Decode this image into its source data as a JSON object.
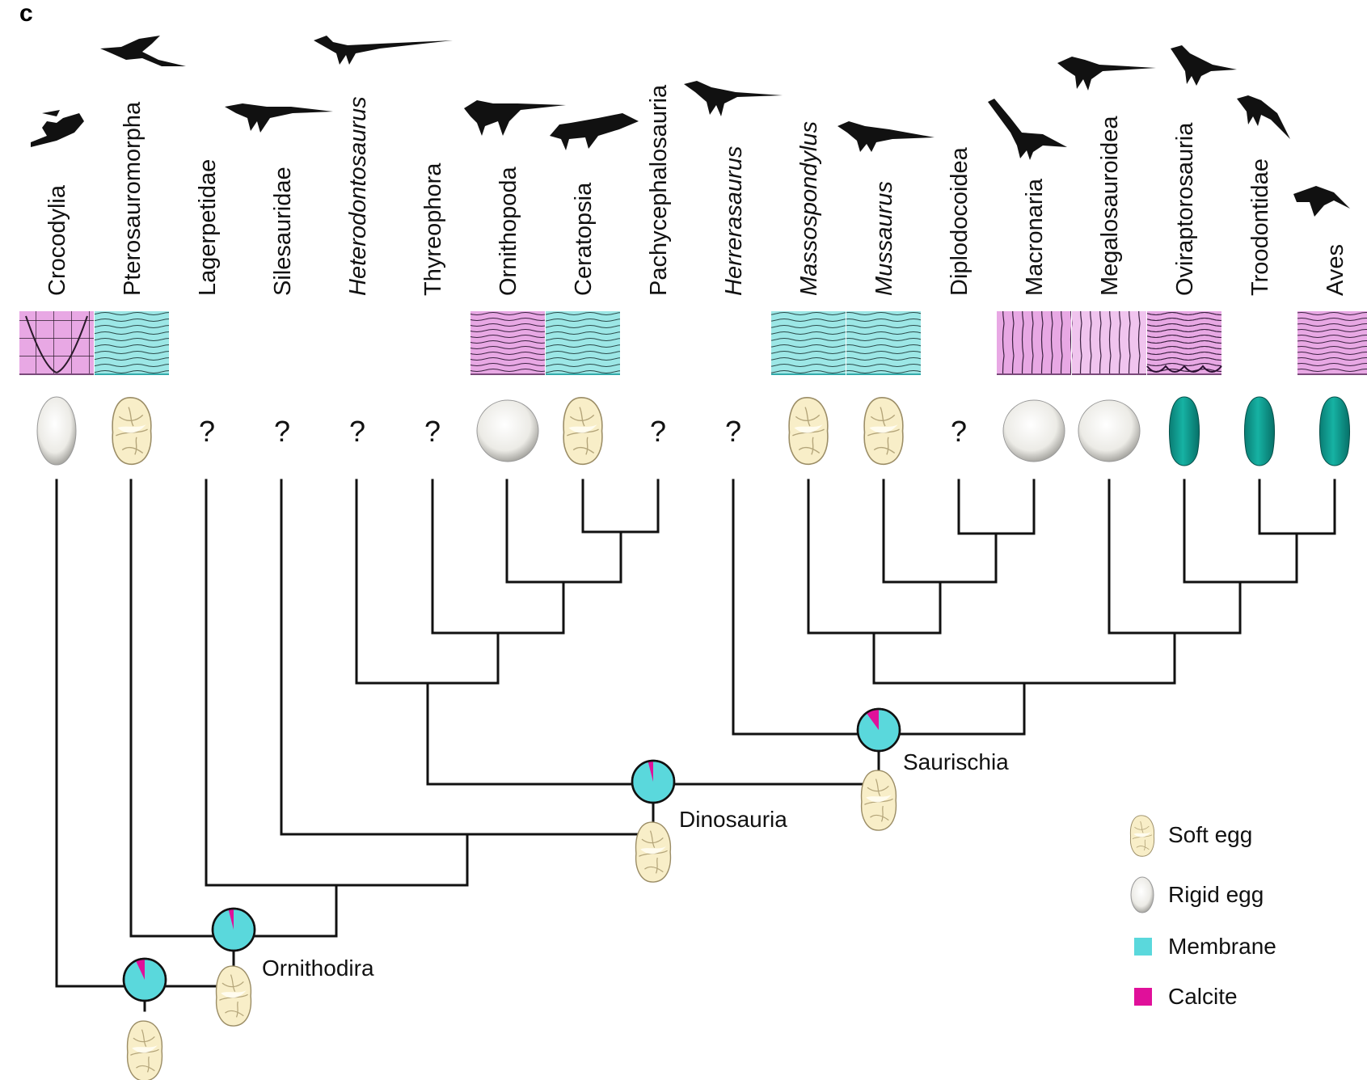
{
  "panel_letter": "c",
  "taxa": [
    {
      "name": "Crocodylia",
      "italic": false,
      "egg": "rigid-oval",
      "tissue": "pink-crossed",
      "silhouette": "crocodile-silhouette"
    },
    {
      "name": "Pterosauromorpha",
      "italic": false,
      "egg": "soft",
      "tissue": "cyan",
      "silhouette": "pterosaur-silhouette"
    },
    {
      "name": "Lagerpetidae",
      "italic": false,
      "egg": "unknown",
      "tissue": "none",
      "silhouette": "none"
    },
    {
      "name": "Silesauridae",
      "italic": false,
      "egg": "unknown",
      "tissue": "none",
      "silhouette": "silesaur-silhouette"
    },
    {
      "name": "Heterodontosaurus",
      "italic": true,
      "egg": "unknown",
      "tissue": "none",
      "silhouette": "heterodontosaurus-silhouette"
    },
    {
      "name": "Thyreophora",
      "italic": false,
      "egg": "unknown",
      "tissue": "none",
      "silhouette": "none"
    },
    {
      "name": "Ornithopoda",
      "italic": false,
      "egg": "rigid-round",
      "tissue": "pink",
      "silhouette": "ornithopod-silhouette"
    },
    {
      "name": "Ceratopsia",
      "italic": false,
      "egg": "soft",
      "tissue": "cyan",
      "silhouette": "ceratopsian-silhouette"
    },
    {
      "name": "Pachycephalosauria",
      "italic": false,
      "egg": "unknown",
      "tissue": "none",
      "silhouette": "none"
    },
    {
      "name": "Herrerasaurus",
      "italic": true,
      "egg": "unknown",
      "tissue": "none",
      "silhouette": "herrerasaurus-silhouette"
    },
    {
      "name": "Massospondylus",
      "italic": true,
      "egg": "soft",
      "tissue": "cyan",
      "silhouette": "none"
    },
    {
      "name": "Mussaurus",
      "italic": true,
      "egg": "soft",
      "tissue": "cyan",
      "silhouette": "mussaurus-silhouette"
    },
    {
      "name": "Diplodocoidea",
      "italic": false,
      "egg": "unknown",
      "tissue": "none",
      "silhouette": "none"
    },
    {
      "name": "Macronaria",
      "italic": false,
      "egg": "rigid-round",
      "tissue": "pink-columnar",
      "silhouette": "sauropod-silhouette"
    },
    {
      "name": "Megalosauroidea",
      "italic": false,
      "egg": "rigid-round",
      "tissue": "pink-light",
      "silhouette": "theropod-silhouette"
    },
    {
      "name": "Oviraptorosauria",
      "italic": false,
      "egg": "teal",
      "tissue": "pink-dark",
      "silhouette": "oviraptor-silhouette"
    },
    {
      "name": "Troodontidae",
      "italic": false,
      "egg": "teal",
      "tissue": "none",
      "silhouette": "troodontid-silhouette"
    },
    {
      "name": "Aves",
      "italic": false,
      "egg": "teal",
      "tissue": "pink-layered",
      "silhouette": "bird-silhouette"
    }
  ],
  "unknown_mark": "?",
  "nodes": {
    "archosauria_unlabeled": {
      "label": "",
      "membrane_fraction": 0.93,
      "calcite_fraction": 0.07
    },
    "ornithodira": {
      "label": "Ornithodira",
      "membrane_fraction": 0.96,
      "calcite_fraction": 0.04
    },
    "dinosauria": {
      "label": "Dinosauria",
      "membrane_fraction": 0.96,
      "calcite_fraction": 0.04
    },
    "saurischia": {
      "label": "Saurischia",
      "membrane_fraction": 0.9,
      "calcite_fraction": 0.1
    }
  },
  "legend": [
    {
      "key": "soft_egg",
      "label": "Soft egg"
    },
    {
      "key": "rigid_egg",
      "label": "Rigid egg"
    },
    {
      "key": "membrane",
      "label": "Membrane",
      "color": "#5ad8dc"
    },
    {
      "key": "calcite",
      "label": "Calcite",
      "color": "#e0109a"
    }
  ],
  "colors": {
    "membrane": "#5ad8dc",
    "calcite": "#e0109a",
    "tissue_pink": "#e8a8e4",
    "tissue_cyan": "#9ce7e6",
    "soft_egg_fill": "#f8eec8",
    "rigid_egg_fill": "#ecebe6",
    "teal_egg": "#0e9a8e"
  }
}
